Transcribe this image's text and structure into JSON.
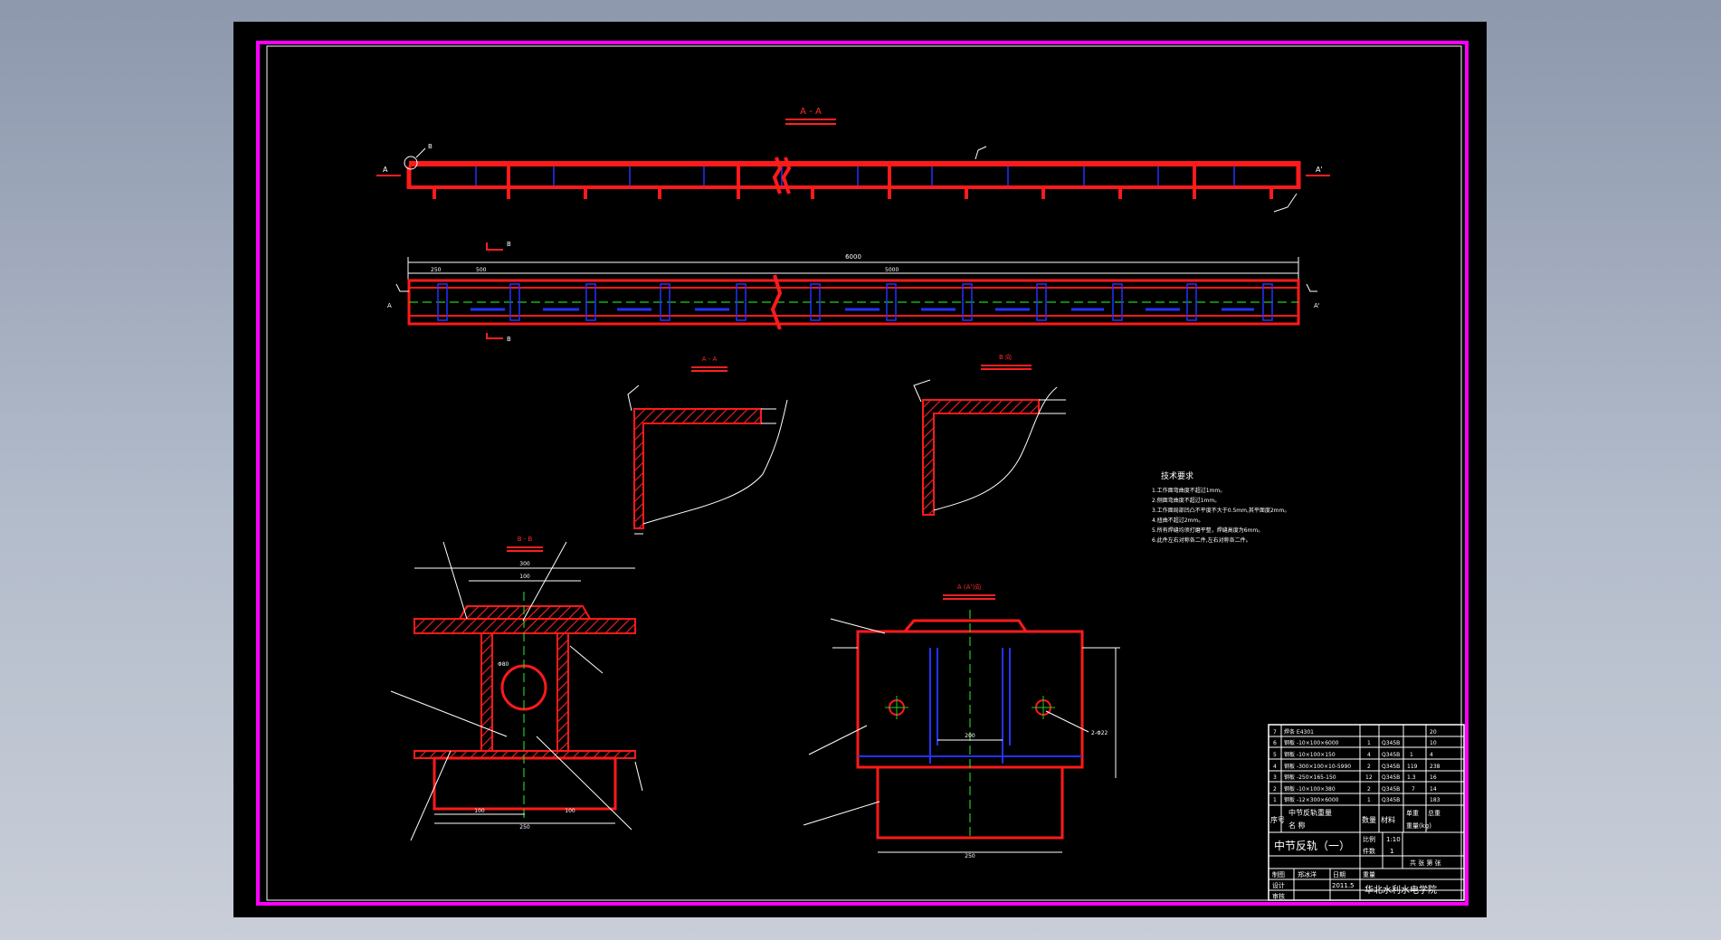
{
  "drawing": {
    "section_aa": "A - A",
    "section_bb": "B - B",
    "view_b": "B 向",
    "view_a": "A (A')向",
    "dim_total": "6000",
    "dim_left": "250",
    "dim_500": "500",
    "dim_5000": "5000",
    "dim_300": "300",
    "dim_100": "100",
    "dim_250": "250",
    "dim_200": "200",
    "marker_a": "A",
    "marker_b": "B",
    "marker_a_prime": "A'",
    "hole_note": "2-Φ22",
    "phi_label": "Φ80"
  },
  "tech_requirements": {
    "title": "技术要求",
    "lines": [
      "1.工作面弯曲度不超过1mm。",
      "2.侧面弯曲度不超过1mm。",
      "3.工作面局部凹凸不平度不大于0.5mm,其平面度2mm。",
      "4.扭曲不超过2mm。",
      "5.所有焊缝均须打磨平整，焊缝高度为6mm。",
      "6.此件左右对称各二件,左右对称各二件。"
    ]
  },
  "parts_list": {
    "rows": [
      {
        "no": "7",
        "name": "焊条 E4301",
        "qty": "",
        "mat": "",
        "unit": "",
        "total": "20"
      },
      {
        "no": "6",
        "name": "钢板 -10×100×6000",
        "qty": "1",
        "mat": "Q345B",
        "unit": "",
        "total": "10"
      },
      {
        "no": "5",
        "name": "钢板 -10×100×150",
        "qty": "4",
        "mat": "Q345B",
        "unit": "1",
        "total": "4"
      },
      {
        "no": "4",
        "name": "钢板 -300×100×10-5990",
        "qty": "2",
        "mat": "Q345B",
        "unit": "119",
        "total": "238"
      },
      {
        "no": "3",
        "name": "钢板 -250×165-150",
        "qty": "12",
        "mat": "Q345B",
        "unit": "1.3",
        "total": "16"
      },
      {
        "no": "2",
        "name": "钢板 -10×100×380",
        "qty": "2",
        "mat": "Q345B",
        "unit": "7",
        "total": "14"
      },
      {
        "no": "1",
        "name": "钢板 -12×300×6000",
        "qty": "1",
        "mat": "Q345B",
        "unit": "",
        "total": "183"
      }
    ],
    "header": {
      "no": "序号",
      "name_top": "中节反轨重量",
      "name": "名    称",
      "qty": "数量",
      "mat": "材料",
      "weight_unit": "单重",
      "weight_total": "总重",
      "weight_kg": "重量(kg)"
    }
  },
  "title_block": {
    "title": "中节反轨（一）",
    "scale_label": "比例",
    "scale": "1:10",
    "count_label": "件数",
    "count": "1",
    "sheet_info": "共 张 第 张",
    "drawn_label": "制图",
    "drawn_by": "郑冰洋",
    "date_label": "日期",
    "date": "2011.5",
    "design_label": "设计",
    "check_label": "审核",
    "weight_label": "重量",
    "school": "华北水利水电学院"
  },
  "colors": {
    "background": "#000000",
    "border": "#ff00ff",
    "steel": "#ff1a1a",
    "dim": "#ffffff",
    "center": "#22cc22",
    "hidden": "#2233ff"
  }
}
